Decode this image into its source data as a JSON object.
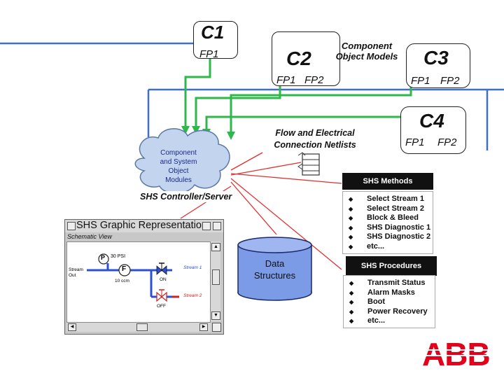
{
  "components": {
    "c1": {
      "title": "C1",
      "ports": [
        "FP1"
      ]
    },
    "c2": {
      "title": "C2",
      "ports": [
        "FP1",
        "FP2"
      ]
    },
    "c3": {
      "title": "C3",
      "ports": [
        "FP1",
        "FP2"
      ]
    },
    "c4": {
      "title": "C4",
      "ports": [
        "FP1",
        "FP2"
      ]
    }
  },
  "object_models_label": "Component\nObject Models",
  "netlists_label": "Flow and Electrical\nConnection Netlists",
  "system_modules_label": "Component\nand System\nObject\nModules",
  "controller_label": "SHS Controller/Server",
  "data_structures_label": "Data\nStructures",
  "graphic_window": {
    "title": "SHS Graphic Representation",
    "subtitle": "Schematic View",
    "labels": {
      "pressure": "30 PSI",
      "p_symbol": "P",
      "f_symbol": "F",
      "stream_out": "Stream\nOut",
      "flow": "10 ccm",
      "valve_1": "ON",
      "valve_2": "OFF",
      "stream_1": "Stream 1",
      "stream_2": "Stream 2"
    }
  },
  "methods": {
    "title": "SHS Methods",
    "items": [
      "Select Stream 1",
      "Select Stream 2",
      "Block & Bleed",
      "SHS Diagnostic 1",
      "SHS Diagnostic 2",
      "etc..."
    ]
  },
  "procedures": {
    "title": "SHS Procedures",
    "items": [
      "Transmit Status",
      "Alarm Masks",
      "Boot",
      "Power Recovery",
      "etc..."
    ]
  },
  "logo": "ABB",
  "colors": {
    "bus_line": "#3f6fc9",
    "green_link": "#2fb84a",
    "red_link": "#e03030",
    "cloud": "#c3d4ee",
    "cylinder": "#7b9be6",
    "abb_red": "#e2001a"
  }
}
